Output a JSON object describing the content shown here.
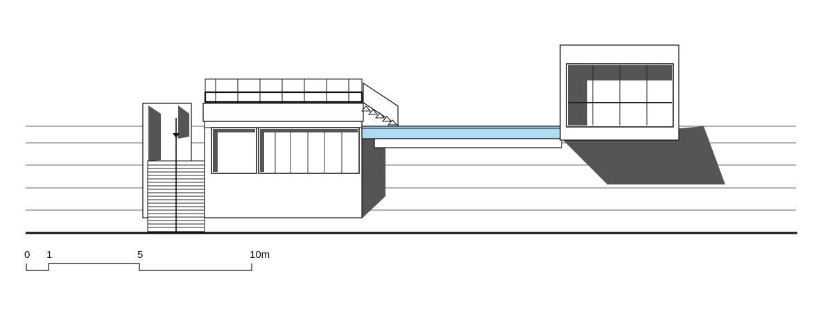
{
  "scale_bar": {
    "labels": [
      "0",
      "1",
      "5",
      "10m"
    ]
  },
  "colors": {
    "line": "#1a1a1a",
    "shadow": "#555555",
    "water": "#aedcf2",
    "paper": "#ffffff"
  }
}
